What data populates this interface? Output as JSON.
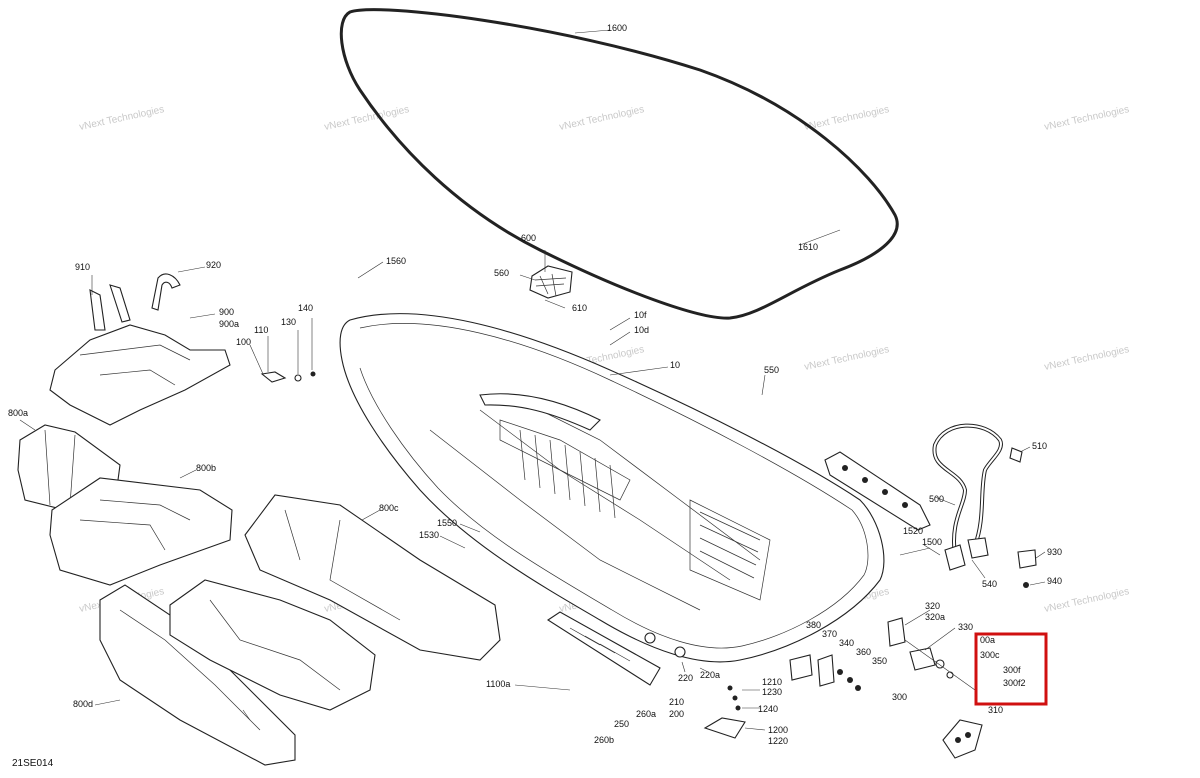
{
  "diagram": {
    "code": "21SE014",
    "watermark": "vNext Technologies",
    "highlight_color": "#d01010",
    "labels": {
      "l1600": "1600",
      "l1610": "1610",
      "l600": "600",
      "l560": "560",
      "l610": "610",
      "l1560": "1560",
      "l10f": "10f",
      "l10d": "10d",
      "l10": "10",
      "l550": "550",
      "l910": "910",
      "l920": "920",
      "l900": "900",
      "l900a": "900a",
      "l140": "140",
      "l130": "130",
      "l110": "110",
      "l100": "100",
      "l800a": "800a",
      "l800b": "800b",
      "l800c": "800c",
      "l800d": "800d",
      "l1550": "1550",
      "l1530": "1530",
      "l510": "510",
      "l500": "500",
      "l1520": "1520",
      "l1500": "1500",
      "l540": "540",
      "l930": "930",
      "l940": "940",
      "l320": "320",
      "l320a": "320a",
      "l330": "330",
      "l00a": "00a",
      "l300c": "300c",
      "l300f": "300f",
      "l300f2": "300f2",
      "l310": "310",
      "l300": "300",
      "l380": "380",
      "l370": "370",
      "l340": "340",
      "l360": "360",
      "l350": "350",
      "l1100a": "1100a",
      "l220": "220",
      "l220a": "220a",
      "l210": "210",
      "l200": "200",
      "l250": "250",
      "l260a": "260a",
      "l260b": "260b",
      "l1210": "1210",
      "l1230": "1230",
      "l1240": "1240",
      "l1200": "1200",
      "l1220": "1220"
    }
  }
}
